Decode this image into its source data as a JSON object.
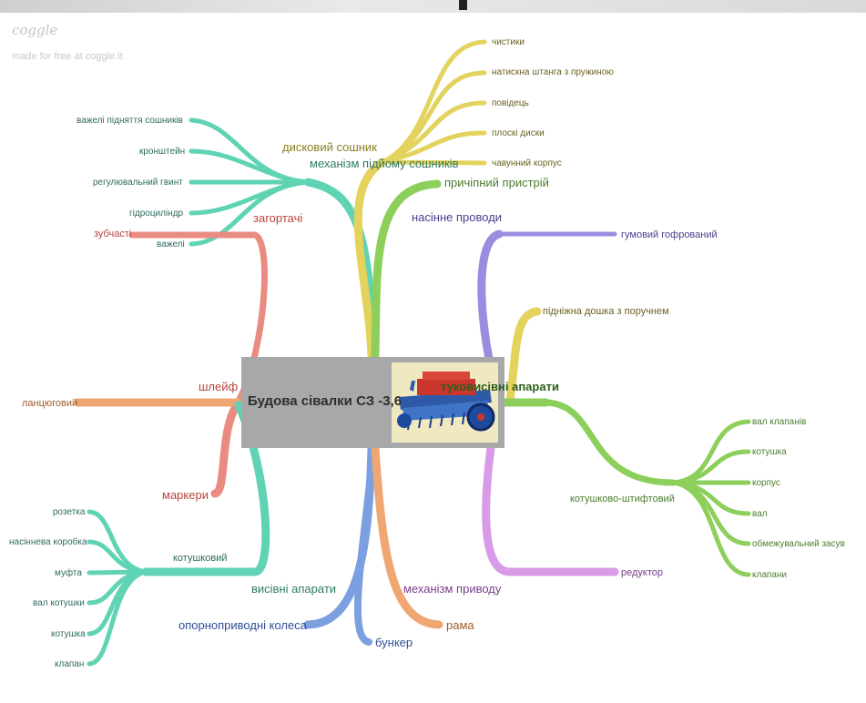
{
  "header": {
    "brand": "coggle",
    "made_for": "made for free at coggle.it"
  },
  "central": {
    "title": "Будова сівалки СЗ -3,6",
    "image": "seeder-machine-photo"
  },
  "colors": {
    "teal": "#5fd3b3",
    "yellow": "#e3d25c",
    "green": "#8ccf5a",
    "purple": "#9c8ce0",
    "red": "#ea8b82",
    "orange": "#f0a673",
    "blue": "#7c9fe0",
    "magenta": "#d99be6"
  },
  "nodes": {
    "zagortachi": "загортачі",
    "vazheli_pidn": "важелі підняття сошників",
    "kronshtein": "кронштейн",
    "reg_gvint": "регулювальний гвинт",
    "gidrocylinder": "гідроциліндр",
    "vazheli": "важелі",
    "zubchasti": "зубчасті",
    "dyskovyi": "дисковий сошник",
    "chystyky": "чистики",
    "natyskna": "натискна штанга з пружиною",
    "povidets": "повідець",
    "ploski": "плоскі диски",
    "chavunnyi": "чавунний корпус",
    "mekhanizm_pidiomu": "механізм підйому сошників",
    "prychipnyi": "причіпний пристрій",
    "nasinneprovody": "насінне проводи",
    "gumovyi": "гумовий гофрований",
    "pidnizhna": "підніжна дошка з поручнем",
    "shleif": "шлейф",
    "lantsiugovyi": "ланцюговий",
    "tukovysivni": "туковисівні апарати",
    "markery": "маркери",
    "kotushkovo": "котушково-штифтовий",
    "val_klapaniv": "вал клапанів",
    "kotushka_r": "котушка",
    "korpus": "корпус",
    "val_r": "вал",
    "obmezhuvalnyi": "обмежувальний засув",
    "klapany": "клапани",
    "kotushkovyi": "котушковий",
    "rozetka": "розетка",
    "nasinneva_korobka": "насіннева коробка",
    "mufta": "муфта",
    "val_kotushky": "вал котушки",
    "kotushka_l": "котушка",
    "klapan": "клапан",
    "vysivni": "висівні апарати",
    "mekhanizm_pryvodu": "механізм приводу",
    "reduktor": "редуктор",
    "opornopryvidni": "опорноприводні колеса",
    "rama": "рама",
    "bunker": "бункер"
  }
}
